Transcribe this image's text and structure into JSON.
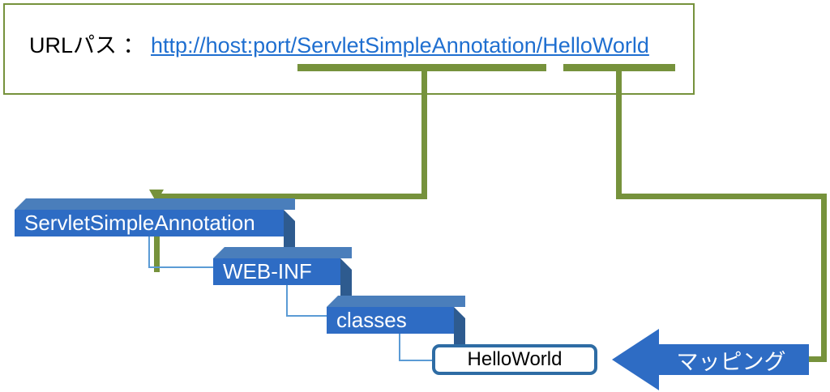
{
  "diagram": {
    "title_panel": {
      "label": "URLパス ：",
      "url": "http://host:port/ServletSimpleAnnotation/HelloWorld",
      "url_color": "#1f6fd0",
      "border_color": "#76923c"
    },
    "highlights": [
      {
        "name": "context-path-highlight",
        "text": "ServletSimpleAnnotation",
        "color": "#76923c"
      },
      {
        "name": "mapping-path-highlight",
        "text": "HelloWorld",
        "color": "#76923c"
      }
    ],
    "tree": {
      "nodes": [
        {
          "label": "ServletSimpleAnnotation",
          "kind": "folder"
        },
        {
          "label": "WEB-INF",
          "kind": "folder"
        },
        {
          "label": "classes",
          "kind": "folder"
        },
        {
          "label": "HelloWorld",
          "kind": "class"
        }
      ]
    },
    "mapping_arrow": {
      "label": "マッピング",
      "fill": "#2e6cc4",
      "text_color": "#ffffff"
    },
    "colors": {
      "folder_front": "#2e6cc4",
      "folder_top": "#4a7ebb",
      "folder_side": "#2e5b8f",
      "connector_green": "#76923c",
      "connector_blue": "#5b9bd5",
      "leaf_border": "#2e6ca4"
    }
  }
}
